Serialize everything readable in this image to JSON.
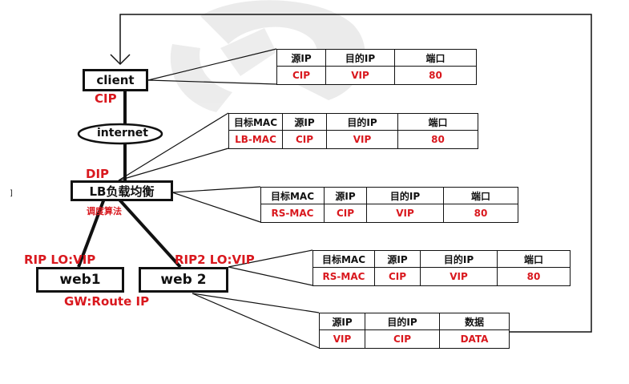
{
  "nodes": {
    "client": "client",
    "internet": "internet",
    "lb": "LB负载均衡",
    "web1": "web1",
    "web2": "web 2"
  },
  "labels": {
    "cip": "CIP",
    "dip": "DIP",
    "sched": "调度算法",
    "rip1": "RIP LO:VIP",
    "rip2": "RIP2 LO:VIP",
    "gw": "GW:Route IP",
    "side_mark": "]"
  },
  "tables": [
    {
      "headers": [
        "源IP",
        "目的IP",
        "端口"
      ],
      "values": [
        "CIP",
        "VIP",
        "80"
      ]
    },
    {
      "headers": [
        "目标MAC",
        "源IP",
        "目的IP",
        "端口"
      ],
      "values": [
        "LB-MAC",
        "CIP",
        "VIP",
        "80"
      ]
    },
    {
      "headers": [
        "目标MAC",
        "源IP",
        "目的IP",
        "端口"
      ],
      "values": [
        "RS-MAC",
        "CIP",
        "VIP",
        "80"
      ]
    },
    {
      "headers": [
        "目标MAC",
        "源IP",
        "目的IP",
        "端口"
      ],
      "values": [
        "RS-MAC",
        "CIP",
        "VIP",
        "80"
      ]
    },
    {
      "headers": [
        "源IP",
        "目的IP",
        "数据"
      ],
      "values": [
        "VIP",
        "CIP",
        "DATA"
      ]
    }
  ],
  "colors": {
    "accent": "#d9181e",
    "line": "#111111",
    "watermark": "#e6e6e6"
  }
}
